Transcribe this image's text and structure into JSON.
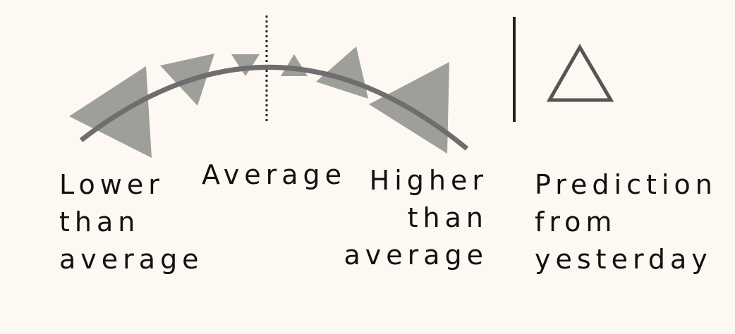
{
  "legend": {
    "lower": [
      "Lower",
      "than",
      "average"
    ],
    "average": [
      "Average"
    ],
    "higher": [
      "Higher",
      "than",
      "average"
    ],
    "prediction": [
      "Prediction",
      "from",
      "yesterday"
    ]
  },
  "colors": {
    "background": "#fdf8f2",
    "arc": "#6e6e6e",
    "markers": "#9e9e9b",
    "divider": "#222222",
    "prediction_outline": "#555555",
    "text": "#111111"
  },
  "icons": [
    "arc",
    "triangle-marker",
    "average-dotted-line",
    "divider",
    "prediction-triangle-icon"
  ]
}
